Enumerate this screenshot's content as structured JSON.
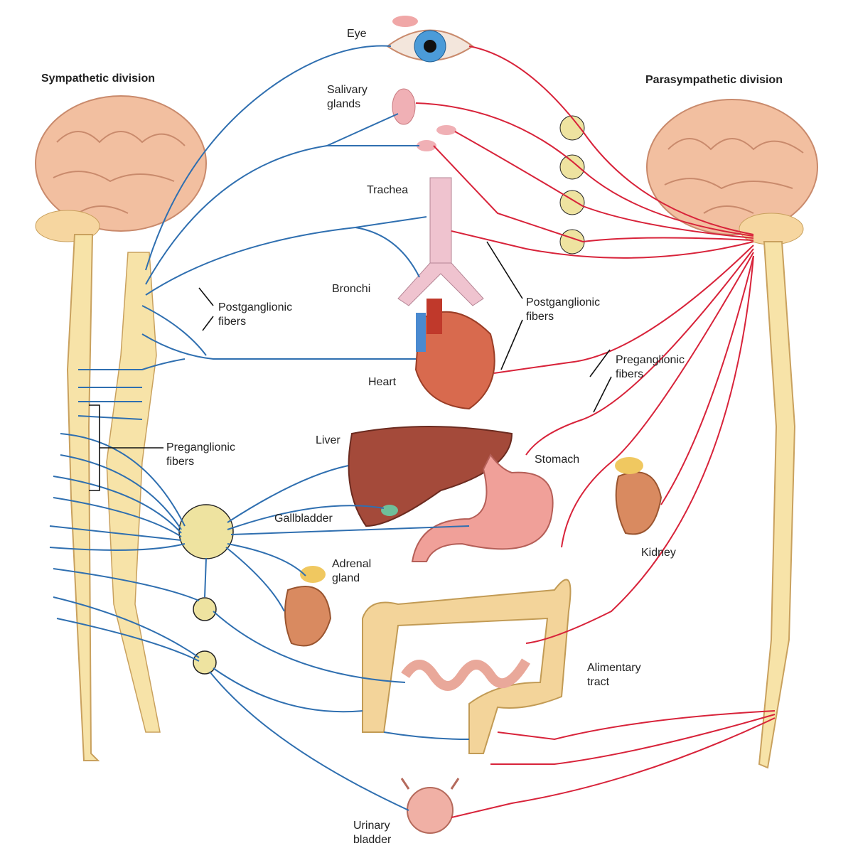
{
  "titles": {
    "sympathetic": "Sympathetic division",
    "parasympathetic": "Parasympathetic division"
  },
  "organs": {
    "eye": "Eye",
    "salivary_1": "Salivary",
    "salivary_2": "glands",
    "trachea": "Trachea",
    "bronchi": "Bronchi",
    "heart": "Heart",
    "liver": "Liver",
    "gallbladder": "Gallbladder",
    "adrenal_1": "Adrenal",
    "adrenal_2": "gland",
    "stomach": "Stomach",
    "kidney": "Kidney",
    "alimentary_1": "Alimentary",
    "alimentary_2": "tract",
    "bladder_1": "Urinary",
    "bladder_2": "bladder"
  },
  "fibers": {
    "symp_post_1": "Postganglionic",
    "symp_post_2": "fibers",
    "symp_pre_1": "Preganglionic",
    "symp_pre_2": "fibers",
    "para_post_1": "Postganglionic",
    "para_post_2": "fibers",
    "para_pre_1": "Preganglionic",
    "para_pre_2": "fibers"
  },
  "colors": {
    "sympathetic": "#2f6fb0",
    "parasympathetic": "#d8233a",
    "brain": "#f2bfa0",
    "cord": "#f7e3a8"
  }
}
